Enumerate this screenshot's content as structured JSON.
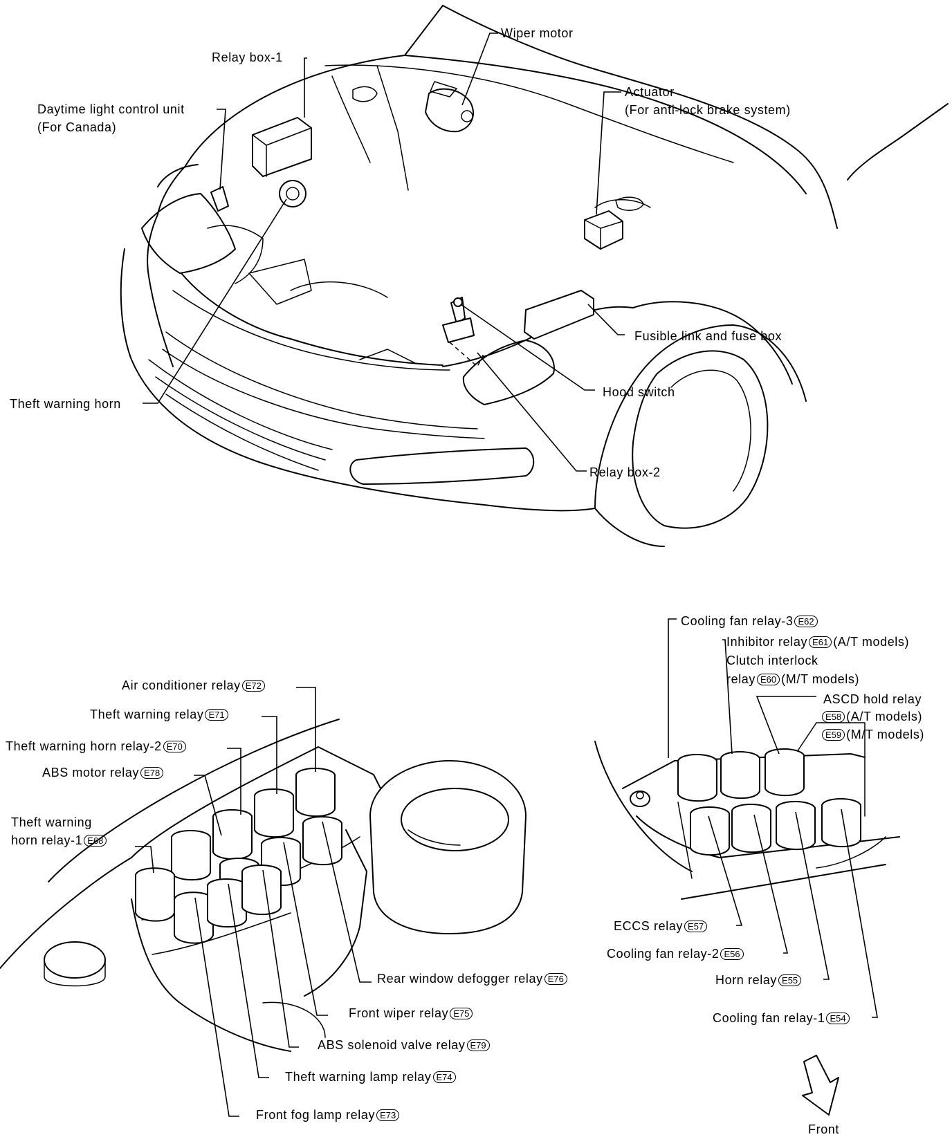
{
  "labels": {
    "wiper_motor": "Wiper motor",
    "relay_box_1": "Relay box-1",
    "daytime_unit_1": "Daytime light control unit",
    "daytime_unit_2": "(For Canada)",
    "actuator_1": "Actuator",
    "actuator_2": "(For anti-lock brake system)",
    "fusible_link": "Fusible link and fuse box",
    "hood_switch": "Hood switch",
    "theft_horn": "Theft warning horn",
    "relay_box_2": "Relay box-2",
    "air_cond": "Air conditioner relay",
    "theft_relay": "Theft warning relay",
    "theft_horn_relay_2": "Theft warning horn relay-2",
    "abs_motor": "ABS motor relay",
    "theft_horn_relay_1a": "Theft warning",
    "theft_horn_relay_1b": "horn relay-1",
    "rear_defogger": "Rear window defogger relay",
    "front_wiper": "Front wiper relay",
    "abs_solenoid": "ABS solenoid valve relay",
    "theft_lamp": "Theft warning lamp relay",
    "front_fog": "Front fog lamp relay",
    "cool_fan_3": "Cooling fan relay-3",
    "inhibitor": "Inhibitor relay",
    "inhibitor_note": "(A/T models)",
    "clutch_1": "Clutch interlock",
    "clutch_2": "relay",
    "clutch_note": "(M/T models)",
    "ascd": "ASCD hold relay",
    "ascd_note_at": "(A/T models)",
    "ascd_note_mt": "(M/T models)",
    "eccs": "ECCS relay",
    "cool_fan_2": "Cooling fan relay-2",
    "horn": "Horn relay",
    "cool_fan_1": "Cooling fan relay-1",
    "front": "Front"
  },
  "codes": {
    "e72": "E72",
    "e71": "E71",
    "e70": "E70",
    "e78": "E78",
    "e68": "E68",
    "e76": "E76",
    "e75": "E75",
    "e79": "E79",
    "e74": "E74",
    "e73": "E73",
    "e62": "E62",
    "e61": "E61",
    "e60": "E60",
    "e58": "E58",
    "e59": "E59",
    "e57": "E57",
    "e56": "E56",
    "e55": "E55",
    "e54": "E54"
  }
}
